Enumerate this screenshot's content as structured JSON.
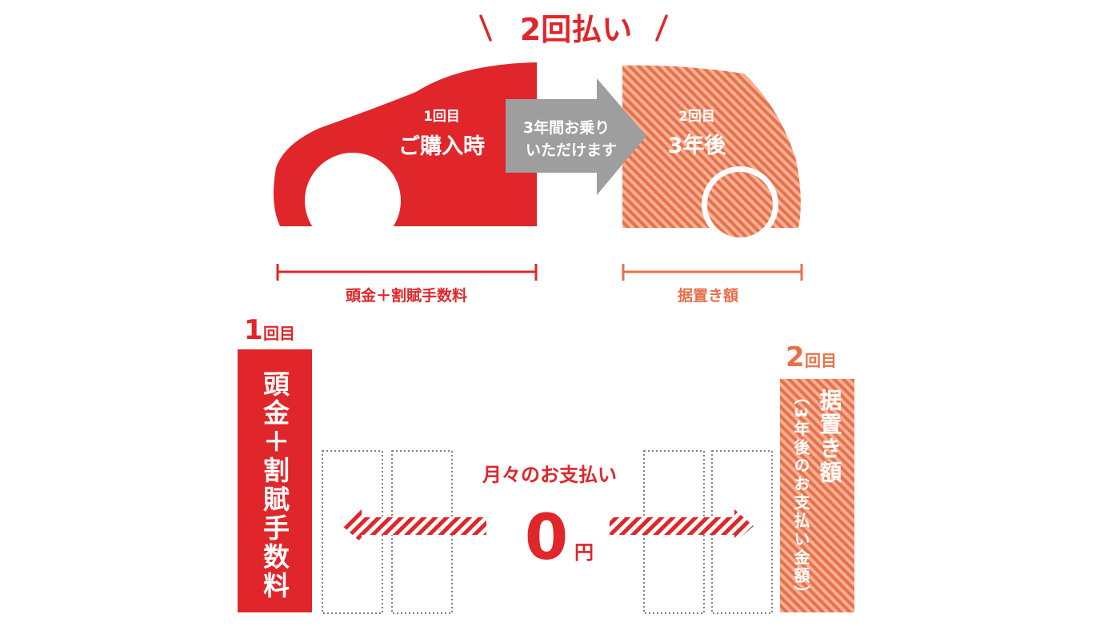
{
  "heading": {
    "title": "2回払い",
    "color": "#e0262a"
  },
  "colors": {
    "red": "#e0262a",
    "orange": "#e8704a",
    "orange_light": "#f5b195",
    "gray": "#9e9e9e",
    "dotted": "#555555"
  },
  "car_front": {
    "count_label": "1回目",
    "timing_label": "ご購入時"
  },
  "car_back": {
    "count_label": "2回目",
    "timing_label": "3年後"
  },
  "middle_arrow": {
    "line1": "3年間お乗り",
    "line2": "いただけます"
  },
  "brackets": {
    "first_label": "頭金＋割賦手数料",
    "second_label": "据置き額"
  },
  "bottom": {
    "first": {
      "number": "1",
      "unit": "回目",
      "bar_text": "頭金＋割賦手数料"
    },
    "second": {
      "number": "2",
      "unit": "回目",
      "bar_text_main": "据置き額",
      "bar_text_sub": "（3年後のお支払い金額）"
    },
    "monthly": {
      "label": "月々のお支払い",
      "amount": "0",
      "unit": "円"
    }
  }
}
